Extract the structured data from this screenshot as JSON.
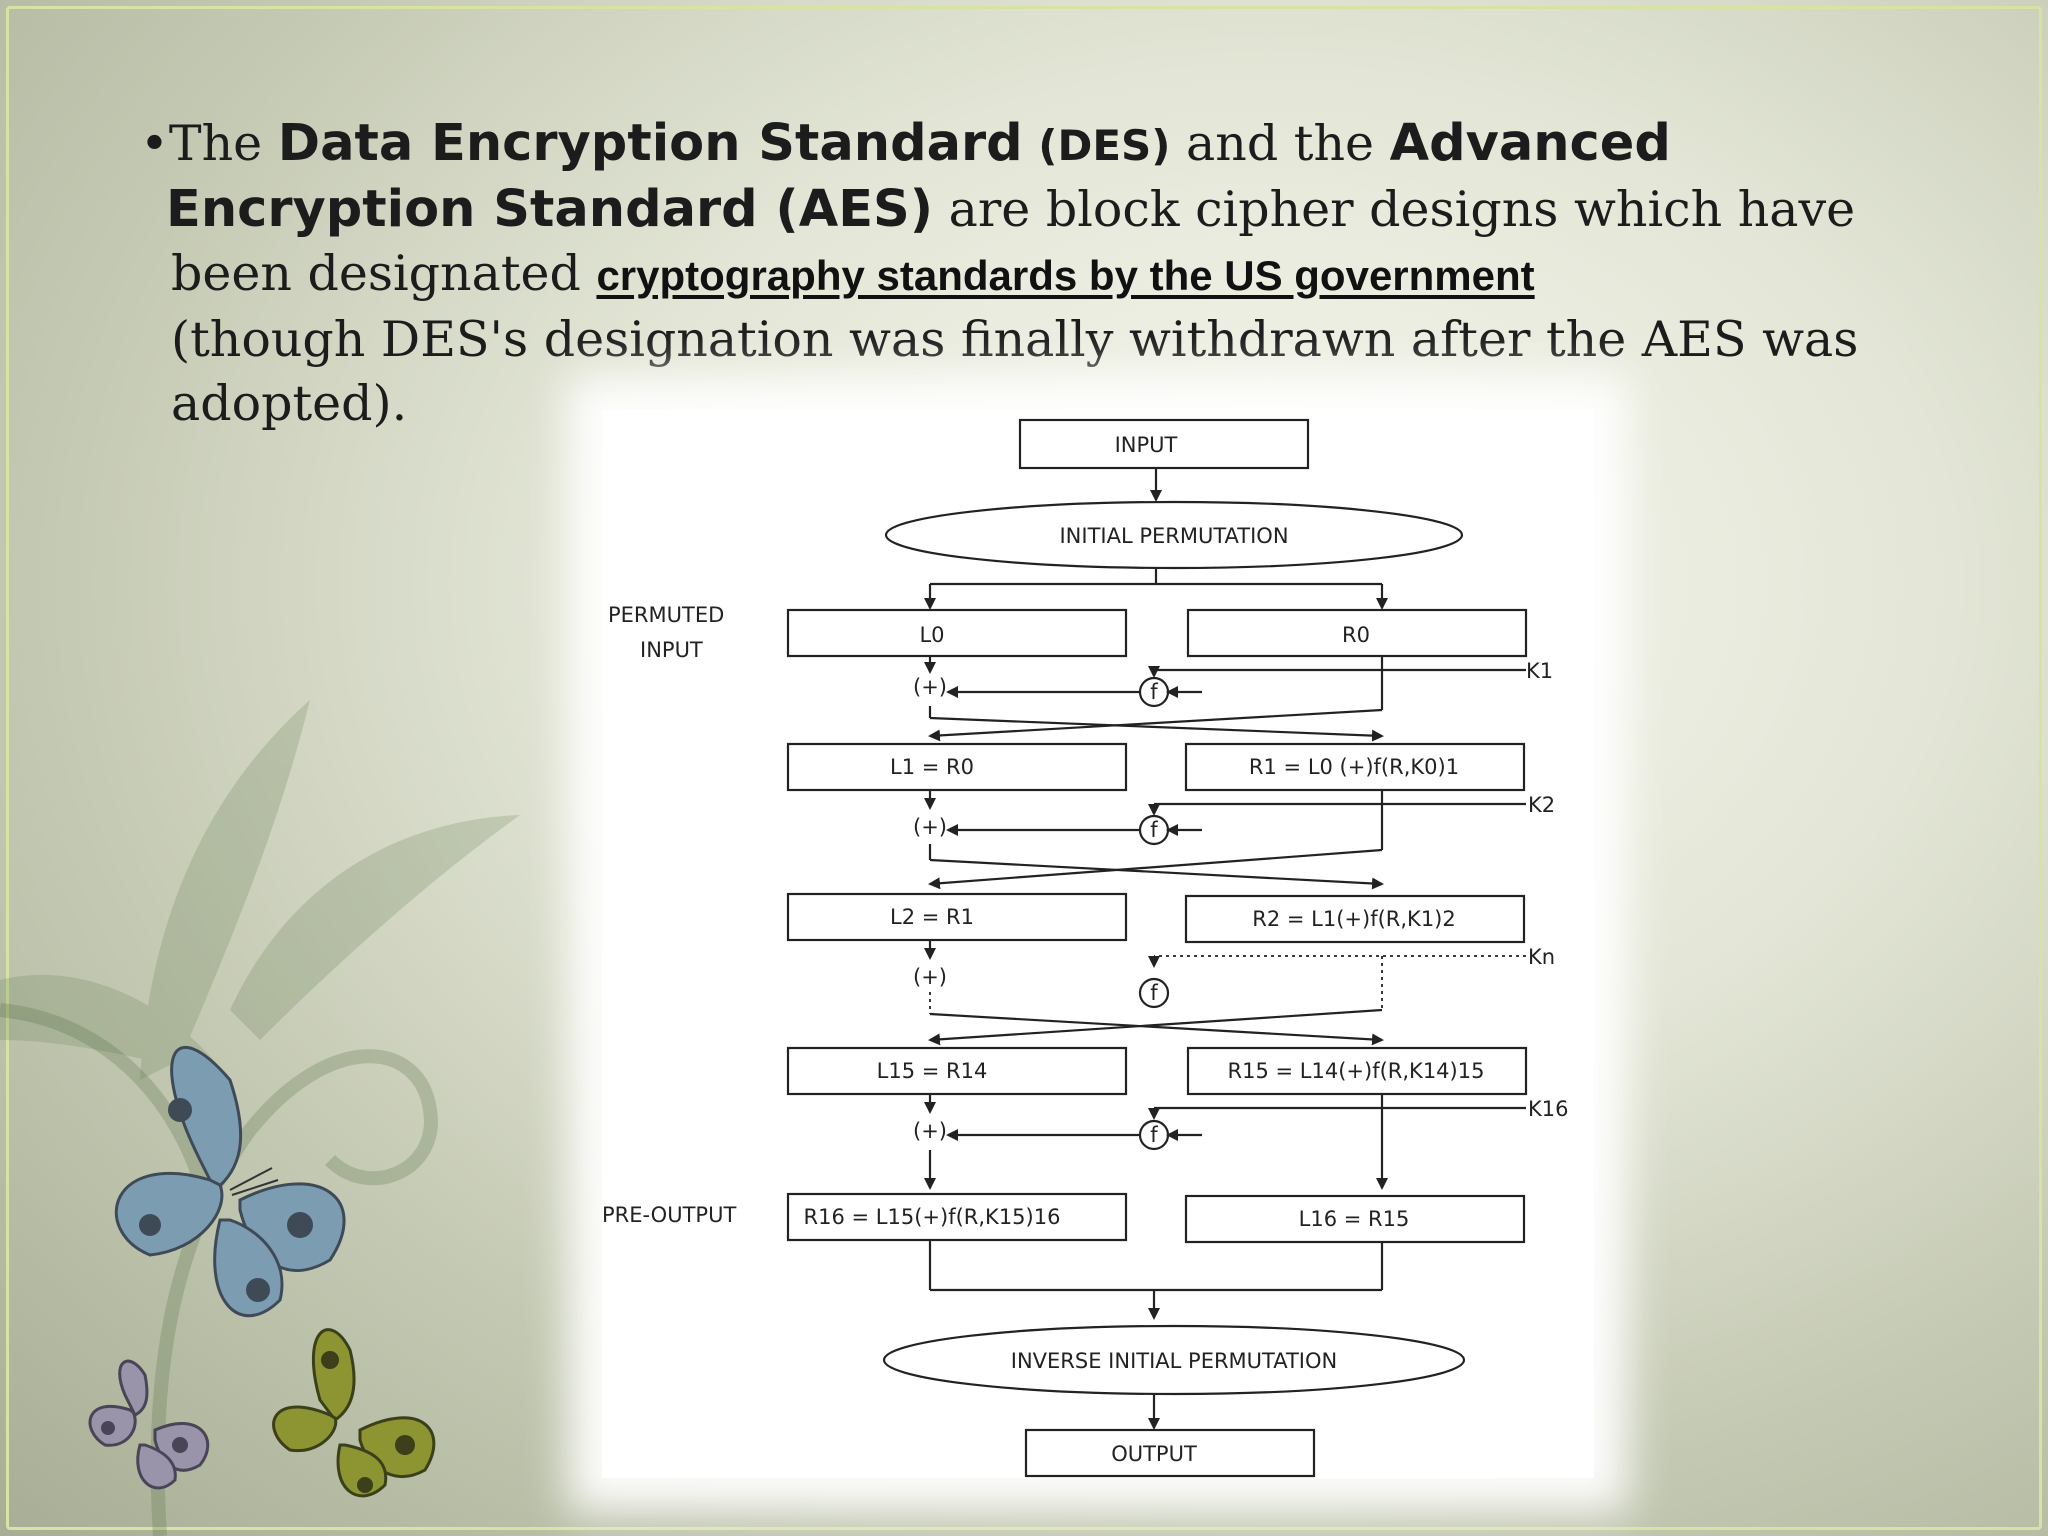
{
  "slide": {
    "bullet": "•",
    "t1_pre": "The ",
    "t1_des": "Data Encryption Standard",
    "t1_des_abbr": "(DES)",
    "t1_mid": " and the ",
    "t1_aes_a": "Advanced",
    "t2_aes_b": "Encryption Standard (AES)",
    "t2_rest": " are block cipher designs which have",
    "t3_pre": "been designated ",
    "t3_link": "cryptography standards by the US government",
    "t4": "(though DES's designation was finally withdrawn after the AES was",
    "t5": "adopted)."
  },
  "diagram": {
    "input": "INPUT",
    "initial_perm": "INITIAL PERMUTATION",
    "permuted_1": "PERMUTED",
    "permuted_2": "INPUT",
    "l0": "L0",
    "r0": "R0",
    "k1": "K1",
    "xor": "(+)",
    "f": "f",
    "l1": "L1 = R0",
    "r1": "R1 = L0 (+)f(R,K0)1",
    "k2": "K2",
    "l2": "L2 = R1",
    "r2": "R2 = L1(+)f(R,K1)2",
    "kn": "Kn",
    "l15": "L15 = R14",
    "r15": "R15 = L14(+)f(R,K14)15",
    "k16": "K16",
    "pre_output": "PRE-OUTPUT",
    "r16": "R16 = L15(+)f(R,K15)16",
    "l16": "L16 = R15",
    "inverse_perm": "INVERSE INITIAL PERMUTATION",
    "output": "OUTPUT"
  }
}
